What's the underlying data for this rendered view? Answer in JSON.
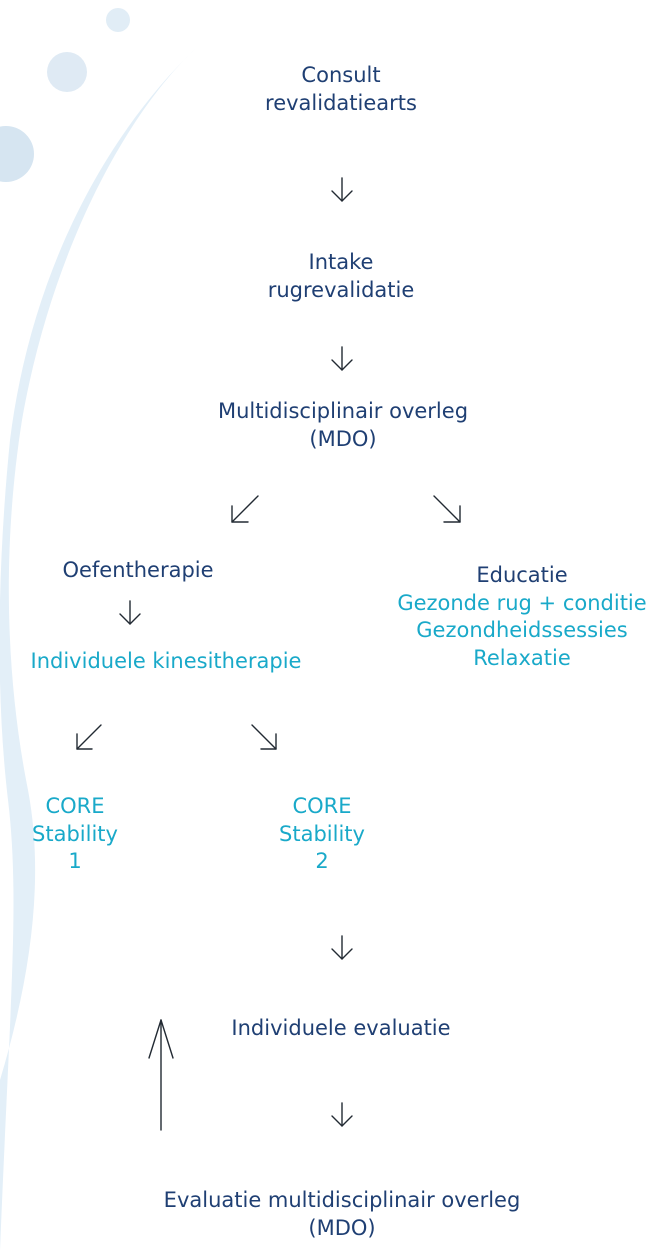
{
  "nodes": {
    "consult": [
      "Consult",
      "revalidatiearts"
    ],
    "intake": [
      "Intake",
      "rugrevalidatie"
    ],
    "mdo": [
      "Multidisciplinair overleg",
      "(MDO)"
    ],
    "oefentherapie": "Oefentherapie",
    "educatie": {
      "title": "Educatie",
      "items": [
        "Gezonde rug + conditie",
        "Gezondheidssessies",
        "Relaxatie"
      ]
    },
    "kinesitherapie": "Individuele kinesitherapie",
    "core1": [
      "CORE",
      "Stability",
      "1"
    ],
    "core2": [
      "CORE",
      "Stability",
      "2"
    ],
    "evaluatie": "Individuele evaluatie",
    "mdo_eval": [
      "Evaluatie multidisciplinair overleg",
      "(MDO)"
    ]
  },
  "colors": {
    "dark_text": "#1f3f73",
    "accent_text": "#19a9c9",
    "arrow": "#222a33",
    "decor": "#e3eff8",
    "decor_dot": "#d6e5f1"
  }
}
